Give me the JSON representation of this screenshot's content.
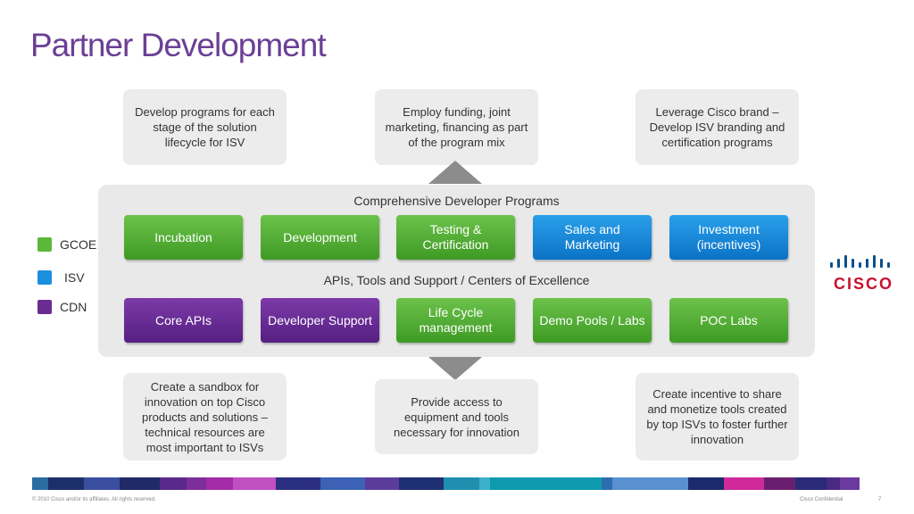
{
  "title": "Partner Development",
  "top_notes": [
    "Develop programs for each stage of the solution lifecycle for ISV",
    "Employ funding, joint marketing, financing as part of the program mix",
    "Leverage Cisco brand – Develop ISV branding and certification programs"
  ],
  "panel": {
    "caption_top": "Comprehensive Developer Programs",
    "caption_middle": "APIs, Tools and Support / Centers of Excellence",
    "row1": [
      {
        "label": "Incubation",
        "color": "green"
      },
      {
        "label": "Development",
        "color": "green"
      },
      {
        "label": "Testing & Certification",
        "color": "green"
      },
      {
        "label": "Sales and Marketing",
        "color": "blue"
      },
      {
        "label": "Investment (incentives)",
        "color": "blue"
      }
    ],
    "row2": [
      {
        "label": "Core APIs",
        "color": "purple"
      },
      {
        "label": "Developer Support",
        "color": "purple"
      },
      {
        "label": "Life Cycle management",
        "color": "green"
      },
      {
        "label": "Demo Pools / Labs",
        "color": "green"
      },
      {
        "label": "POC Labs",
        "color": "green"
      }
    ]
  },
  "bottom_notes": [
    "Create a sandbox for innovation on top Cisco products and solutions – technical resources are most important to ISVs",
    "Provide access to equipment and tools necessary for innovation",
    "Create incentive to share and monetize tools created by top ISVs to foster further innovation"
  ],
  "legend": [
    {
      "label": "GCOE",
      "color": "#5cb83a"
    },
    {
      "label": "ISV",
      "color": "#1a8fdf"
    },
    {
      "label": "CDN",
      "color": "#6a2c91"
    }
  ],
  "logo": {
    "text": "CISCO",
    "icon": "cisco-bridge-icon"
  },
  "colors": {
    "title": "#6b3f95",
    "green": "#4fae2e",
    "blue": "#1a8fdf",
    "purple": "#6a2c91",
    "panel": "#e9e9e9",
    "note": "#ececec"
  },
  "footer": {
    "copyright": "© 2010 Cisco and/or its affiliates. All rights reserved.",
    "confidential": "Cisco Confidential",
    "page": "7"
  }
}
